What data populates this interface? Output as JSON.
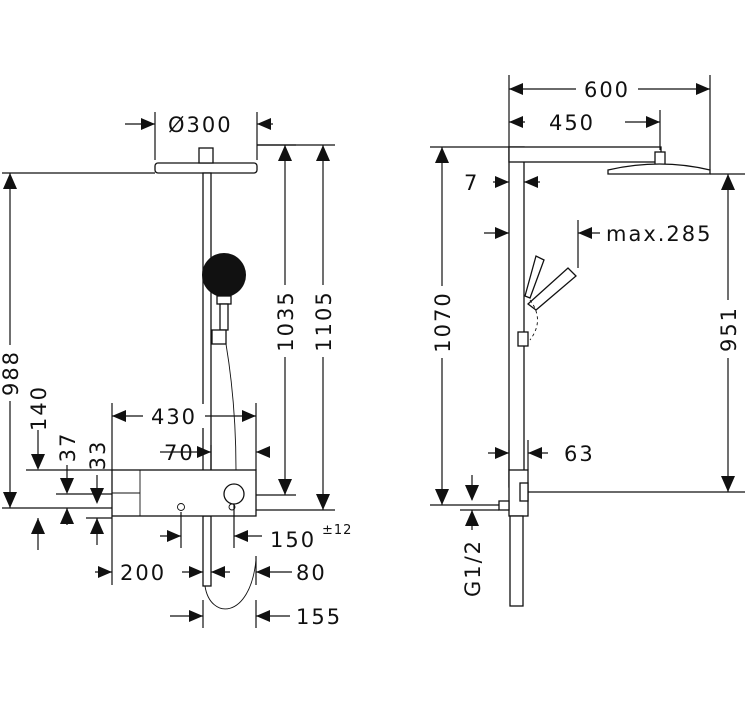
{
  "front_view": {
    "head_diameter": "Ø300",
    "height_988": "988",
    "height_1035": "1035",
    "height_1105": "1105",
    "width_430": "430",
    "offset_70": "70",
    "dim_140": "140",
    "dim_37": "37",
    "dim_33": "33",
    "dim_150": "150",
    "tolerance_150": "±12",
    "dim_200": "200",
    "dim_80": "80",
    "dim_155": "155"
  },
  "side_view": {
    "arm_600": "600",
    "arm_450": "450",
    "offset_7": "7",
    "handshower_max": "max.285",
    "height_1070": "1070",
    "height_951": "951",
    "depth_63": "63",
    "connection": "G1/2"
  }
}
